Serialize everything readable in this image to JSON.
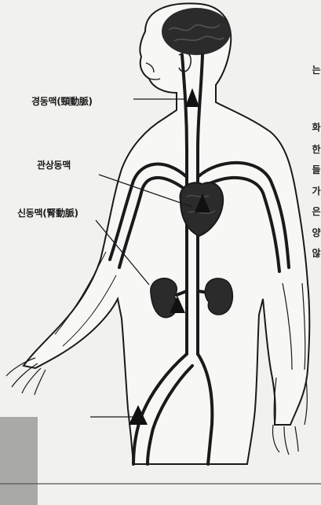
{
  "labels": {
    "carotid": "경동맥(頸動脈)",
    "coronary": "관상동맥",
    "renal": "신동맥(腎動脈)"
  },
  "edge_text": [
    "는",
    "화",
    "한",
    "들",
    "가",
    "은",
    "양",
    "않"
  ],
  "colors": {
    "paper": "#f1f1ef",
    "ink": "#1a1a1a",
    "organ": "#2b2b2b",
    "skin": "#f7f7f5",
    "gray_box": "#a9a9a7"
  }
}
